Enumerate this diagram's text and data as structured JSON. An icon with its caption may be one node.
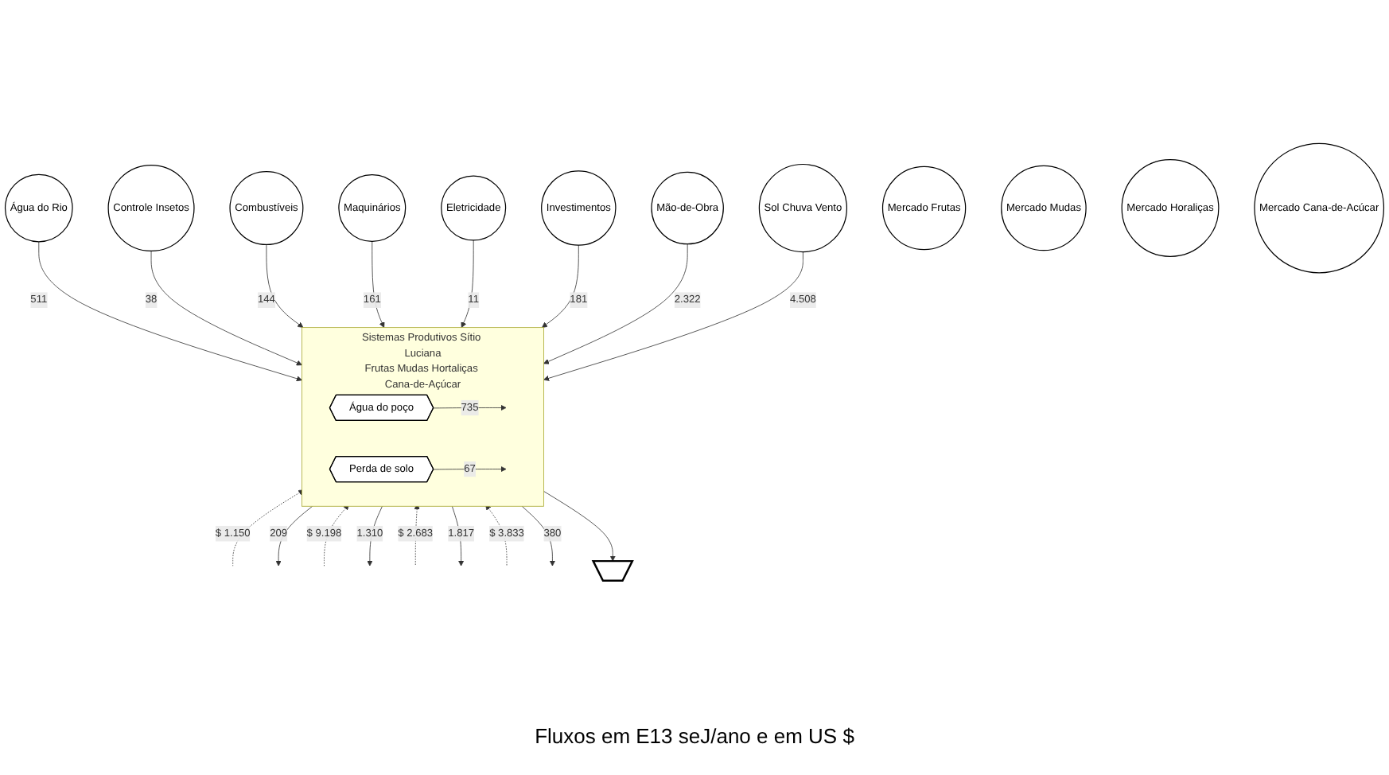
{
  "diagram": {
    "nodes": [
      {
        "text": [
          "Água do Rio"
        ]
      },
      {
        "text": [
          "Controle Insetos"
        ]
      },
      {
        "text": [
          "Combustíveis"
        ]
      },
      {
        "text": [
          "Maquinários"
        ]
      },
      {
        "text": [
          "Eletricidade"
        ]
      },
      {
        "text": [
          "Investimentos"
        ]
      },
      {
        "text": [
          "Mão-de-Obra"
        ]
      },
      {
        "text": [
          "Sol Chuva Vento"
        ]
      },
      {
        "text": [
          "Sistemas Produtivos Sítio Luciana",
          "Frutas Mudas Hortaliças Cana-de-Açúcar"
        ]
      },
      {
        "text": [
          "Água do poço"
        ],
        "in": 8
      },
      {
        "text": [
          "Perda de solo"
        ],
        "in": 8
      },
      {
        "text": [
          "Mercado Frutas"
        ]
      },
      {
        "text": [
          "Mercado Mudas"
        ]
      },
      {
        "text": [
          "Mercado Horaliças"
        ]
      },
      {
        "text": [
          "Mercado Cana-de-Acúcar"
        ]
      },
      {
        "text": [],
        "shape": "ground"
      }
    ],
    "edges": [
      {
        "from": 0,
        "to": 8,
        "arrow": "to",
        "label": "511"
      },
      {
        "from": 1,
        "to": 8,
        "arrow": "to",
        "label": "38"
      },
      {
        "from": 2,
        "to": 8,
        "arrow": "to",
        "label": "144"
      },
      {
        "from": 3,
        "to": 8,
        "arrow": "to",
        "label": "161"
      },
      {
        "from": 4,
        "to": 8,
        "arrow": "to",
        "label": "11"
      },
      {
        "from": 5,
        "to": 8,
        "arrow": "to",
        "label": "181"
      },
      {
        "from": 6,
        "to": 8,
        "arrow": "to",
        "label": "2.322"
      },
      {
        "from": 7,
        "to": 8,
        "arrow": "to",
        "label": "4.508"
      },
      {
        "from": 9,
        "to": null,
        "arrow": "to",
        "label": "735"
      },
      {
        "from": 10,
        "to": null,
        "arrow": "to",
        "label": "67"
      },
      {
        "from": null,
        "to": 8,
        "arrow": "to",
        "label": "$ 1.150",
        "style": "dashed"
      },
      {
        "from": 8,
        "to": null,
        "arrow": "to",
        "label": "209"
      },
      {
        "from": null,
        "to": 8,
        "arrow": "to",
        "label": "$ 9.198",
        "style": "dashed"
      },
      {
        "from": 8,
        "to": null,
        "arrow": "to",
        "label": "1.310"
      },
      {
        "from": null,
        "to": 8,
        "arrow": "to",
        "label": "$ 2.683",
        "style": "dashed"
      },
      {
        "from": 8,
        "to": null,
        "arrow": "to",
        "label": "1.817"
      },
      {
        "from": null,
        "to": 8,
        "arrow": "to",
        "label": "$ 3.833",
        "style": "dashed"
      },
      {
        "from": 8,
        "to": null,
        "arrow": "to",
        "label": "380"
      },
      {
        "from": 8,
        "to": 15,
        "arrow": "to"
      }
    ],
    "labels": [
      "Fluxos em E13 seJ/ano e em US $"
    ]
  }
}
